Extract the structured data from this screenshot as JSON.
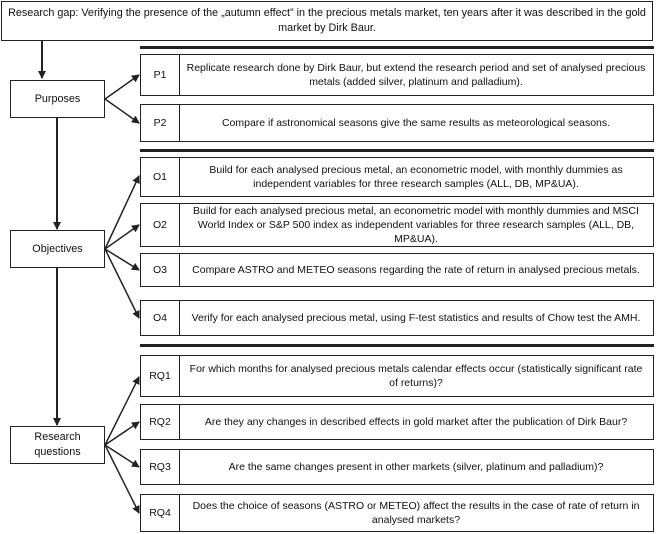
{
  "research_gap": "Research gap: Verifying the presence of the „autumn effect” in the precious metals market, ten years after it was described in the gold market by Dirk Baur.",
  "purposes": {
    "label": "Purposes",
    "items": [
      {
        "code": "P1",
        "text": "Replicate research done by Dirk Baur, but extend the research period and set of analysed precious metals (added silver, platinum and palladium)."
      },
      {
        "code": "P2",
        "text": "Compare if astronomical seasons give the same results as meteorological seasons."
      }
    ]
  },
  "objectives": {
    "label": "Objectives",
    "items": [
      {
        "code": "O1",
        "text": "Build for each analysed precious metal, an econometric model, with monthly dummies as independent variables for three research samples (ALL, DB, MP&UA)."
      },
      {
        "code": "O2",
        "text": "Build for each analysed precious metal, an econometric model with monthly dummies and MSCI World Index or S&P 500 index as independent variables for three research samples (ALL, DB, MP&UA)."
      },
      {
        "code": "O3",
        "text": "Compare ASTRO and METEO seasons regarding the rate of return in analysed precious metals."
      },
      {
        "code": "O4",
        "text": "Verify for each analysed precious metal, using F-test statistics and results of Chow test the AMH."
      }
    ]
  },
  "research_questions": {
    "label": "Research questions",
    "items": [
      {
        "code": "RQ1",
        "text": "For which months for analysed precious metals calendar effects occur (statistically significant rate of returns)?"
      },
      {
        "code": "RQ2",
        "text": "Are they any changes in described effects in gold market after the publication of Dirk Baur?"
      },
      {
        "code": "RQ3",
        "text": "Are the same changes present in other markets (silver, platinum and palladium)?"
      },
      {
        "code": "RQ4",
        "text": "Does the choice of seasons (ASTRO or METEO) affect the results in the case of rate of return in analysed markets?"
      }
    ]
  }
}
